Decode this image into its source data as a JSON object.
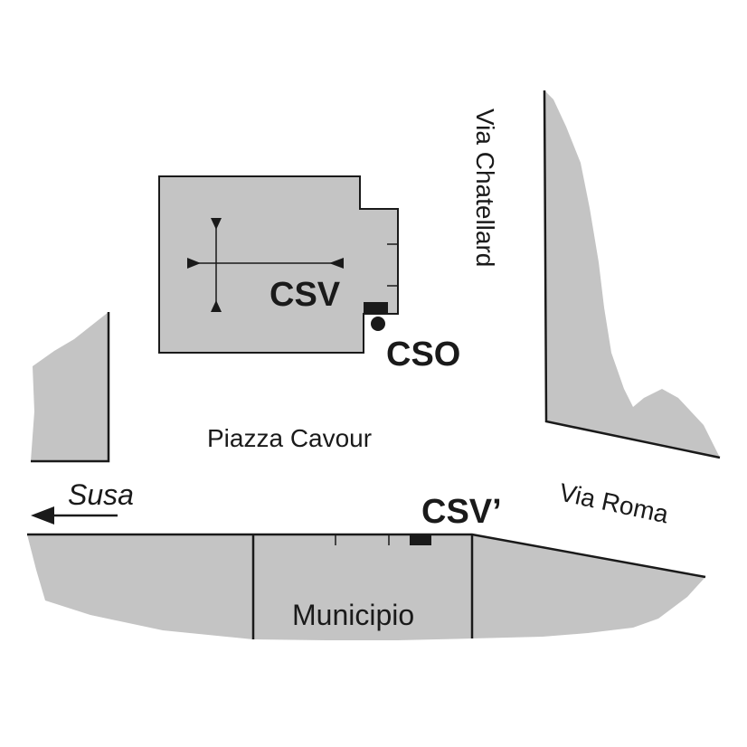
{
  "map": {
    "labels": {
      "via_chatellard": "Via Chatellard",
      "piazza": "Piazza Cavour",
      "susa": "Susa",
      "via_roma": "Via Roma",
      "municipio": "Municipio",
      "csv": "CSV",
      "cso": "CSO",
      "csv_prime": "CSV’"
    },
    "colors": {
      "building_fill": "#c4c4c4",
      "outline": "#1a1a1a",
      "background": "#ffffff"
    },
    "symbols": {
      "church_cross": "cross-icon",
      "cso_station": "circle-marker-icon",
      "csv_station": "rectangle-marker-icon",
      "direction": "arrow-left-icon"
    }
  }
}
